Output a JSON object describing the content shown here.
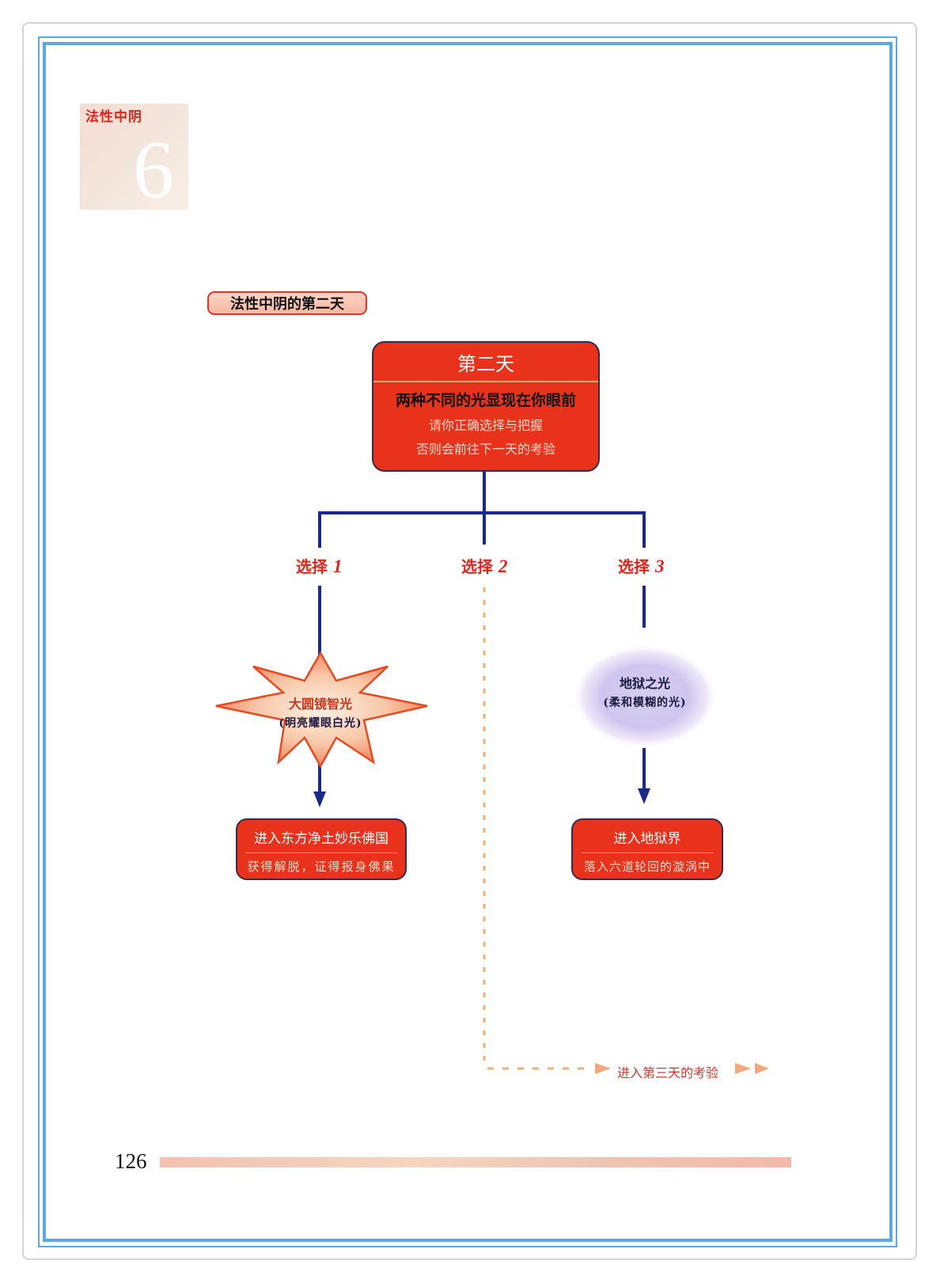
{
  "header": {
    "chapter_title": "法性中阴",
    "chapter_number": "6"
  },
  "section": {
    "title": "法性中阴的第二天"
  },
  "main_box": {
    "title": "第二天",
    "lead": "两种不同的光显现在你眼前",
    "line1": "请你正确选择与把握",
    "line2": "否则会前往下一天的考验"
  },
  "choices": [
    {
      "label": "选择",
      "num": "1"
    },
    {
      "label": "选择",
      "num": "2"
    },
    {
      "label": "选择",
      "num": "3"
    }
  ],
  "lights": {
    "bright": {
      "title": "大圆镜智光",
      "subtitle": "(明亮耀眼白光)"
    },
    "dim": {
      "title": "地狱之光",
      "subtitle": "(柔和模糊的光)"
    }
  },
  "outcomes": {
    "left": {
      "title": "进入东方净土妙乐佛国",
      "subtitle": "获得解脱，证得报身佛果"
    },
    "right": {
      "title": "进入地狱界",
      "subtitle": "落入六道轮回的漩涡中"
    },
    "middle": {
      "text": "进入第三天的考验"
    }
  },
  "footer": {
    "page_number": "126"
  },
  "colors": {
    "accent_red": "#e8321c",
    "line_blue": "#1a2a8a",
    "frame_blue": "#5aa8e8",
    "dashed_orange": "#f0b070"
  }
}
